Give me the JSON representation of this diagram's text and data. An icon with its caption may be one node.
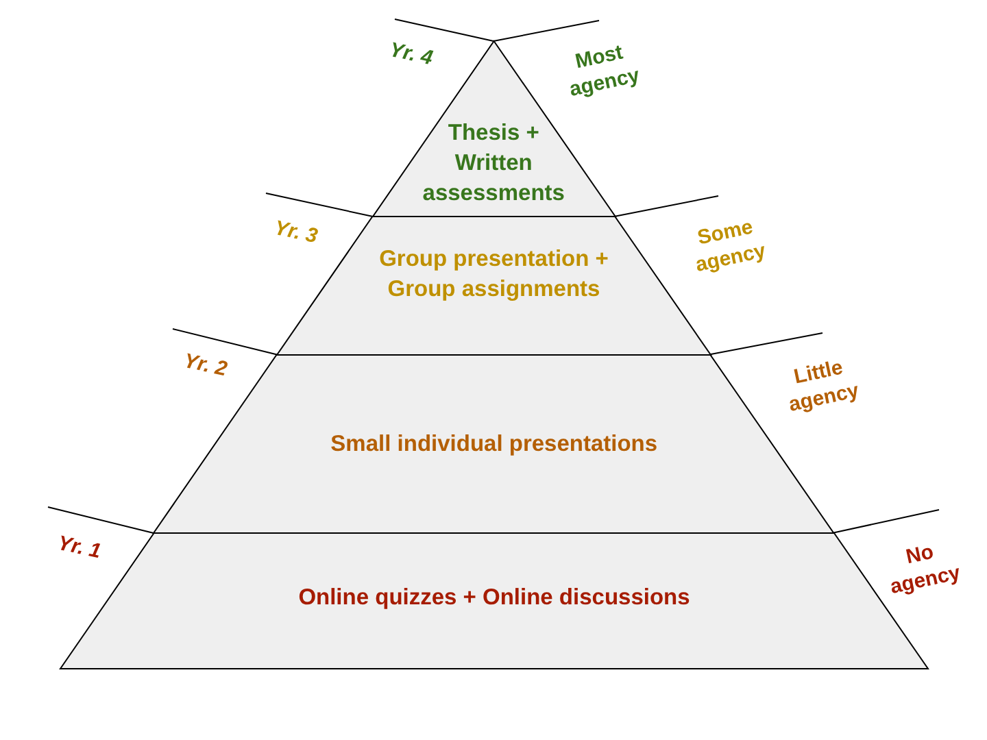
{
  "diagram": {
    "nodes": [
      {
        "text": [
          "Thesis + Written assessments"
        ],
        "beside": [
          "Yr. 4",
          "Most agency"
        ]
      },
      {
        "text": [
          "Group presentation + Group assignments"
        ],
        "beside": [
          "Yr. 3",
          "Some agency"
        ]
      },
      {
        "text": [
          "Small individual presentations"
        ],
        "beside": [
          "Yr. 2",
          "Little agency"
        ]
      },
      {
        "text": [
          "Online quizzes + Online discussions"
        ],
        "beside": [
          "Yr. 1",
          "No agency"
        ]
      }
    ]
  }
}
